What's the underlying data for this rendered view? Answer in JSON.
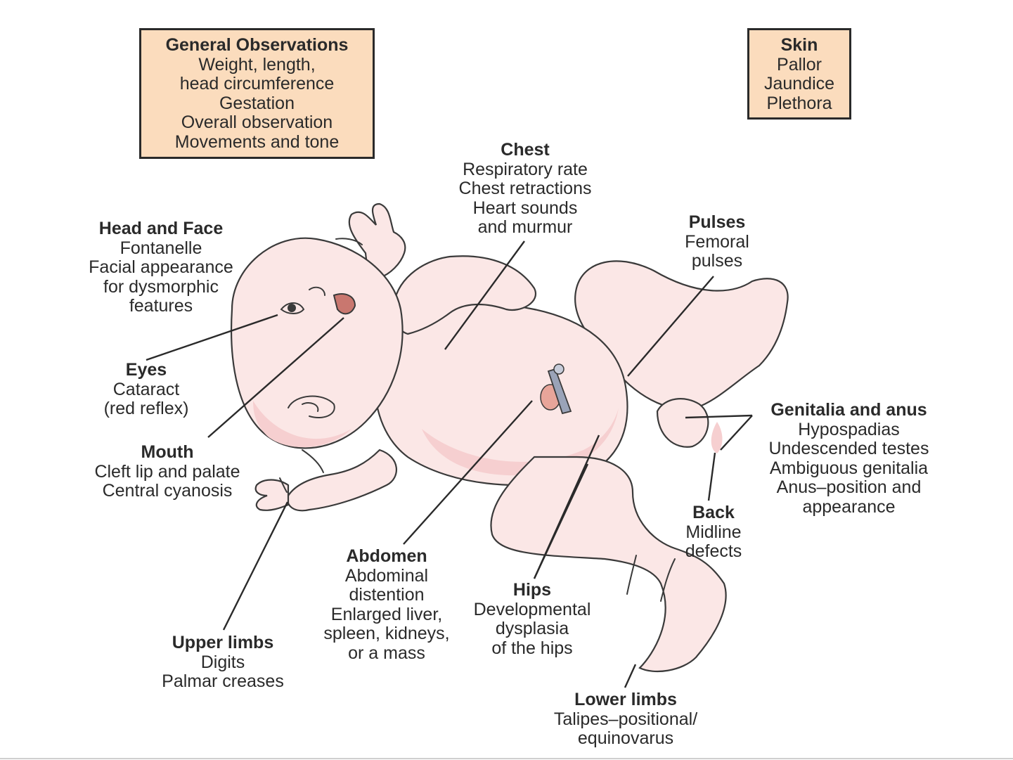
{
  "boxes": {
    "general": {
      "heading": "General Observations",
      "lines": [
        "Weight, length,",
        "head circumference",
        "Gestation",
        "Overall observation",
        "Movements and tone"
      ]
    },
    "skin": {
      "heading": "Skin",
      "lines": [
        "Pallor",
        "Jaundice",
        "Plethora"
      ]
    }
  },
  "labels": {
    "chest": {
      "heading": "Chest",
      "lines": [
        "Respiratory rate",
        "Chest retractions",
        "Heart sounds",
        "and murmur"
      ]
    },
    "head_face": {
      "heading": "Head and Face",
      "lines": [
        "Fontanelle",
        "Facial appearance",
        "for dysmorphic",
        "features"
      ]
    },
    "pulses": {
      "heading": "Pulses",
      "lines": [
        "Femoral",
        "pulses"
      ]
    },
    "eyes": {
      "heading": "Eyes",
      "lines": [
        "Cataract",
        "(red reflex)"
      ]
    },
    "genitalia": {
      "heading": "Genitalia and anus",
      "lines": [
        "Hypospadias",
        "Undescended testes",
        "Ambiguous genitalia",
        "Anus–position and",
        "appearance"
      ]
    },
    "mouth": {
      "heading": "Mouth",
      "lines": [
        "Cleft lip and palate",
        "Central cyanosis"
      ]
    },
    "back": {
      "heading": "Back",
      "lines": [
        "Midline",
        "defects"
      ]
    },
    "abdomen": {
      "heading": "Abdomen",
      "lines": [
        "Abdominal",
        "distention",
        "Enlarged liver,",
        "spleen, kidneys,",
        "or a mass"
      ]
    },
    "hips": {
      "heading": "Hips",
      "lines": [
        "Developmental",
        "dysplasia",
        "of the hips"
      ]
    },
    "upper_limbs": {
      "heading": "Upper limbs",
      "lines": [
        "Digits",
        "Palmar creases"
      ]
    },
    "lower_limbs": {
      "heading": "Lower limbs",
      "lines": [
        "Talipes–positional/",
        "equinovarus"
      ]
    }
  },
  "colors": {
    "box_fill": "#fbdcbd",
    "skin_fill": "#fbe7e6",
    "skin_shadow": "#f6cfd0",
    "catheter": "#9aa3b8"
  }
}
